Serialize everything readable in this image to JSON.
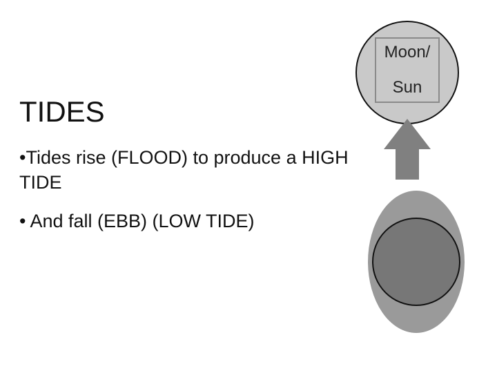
{
  "slide": {
    "title": "TIDES",
    "bullets": [
      {
        "mark": "•",
        "text": "Tides rise (FLOOD) to produce a HIGH TIDE"
      },
      {
        "mark": "•",
        "text": " And fall (EBB) (LOW TIDE)"
      }
    ]
  },
  "diagram": {
    "body_label_line1": "Moon/",
    "body_label_line2": "Sun",
    "colors": {
      "moon_sun_fill": "#c9c9c9",
      "label_box_stroke": "#8a8a8a",
      "arrow_fill": "#808080",
      "tidal_bulge_fill": "#9a9a9a",
      "earth_fill": "#777777",
      "outline": "#111111"
    },
    "icons": {
      "pull_direction": "up-arrow-icon",
      "celestial_body": "moon-sun-circle",
      "earth": "earth-circle",
      "water_bulge": "tidal-bulge-ellipse"
    }
  }
}
